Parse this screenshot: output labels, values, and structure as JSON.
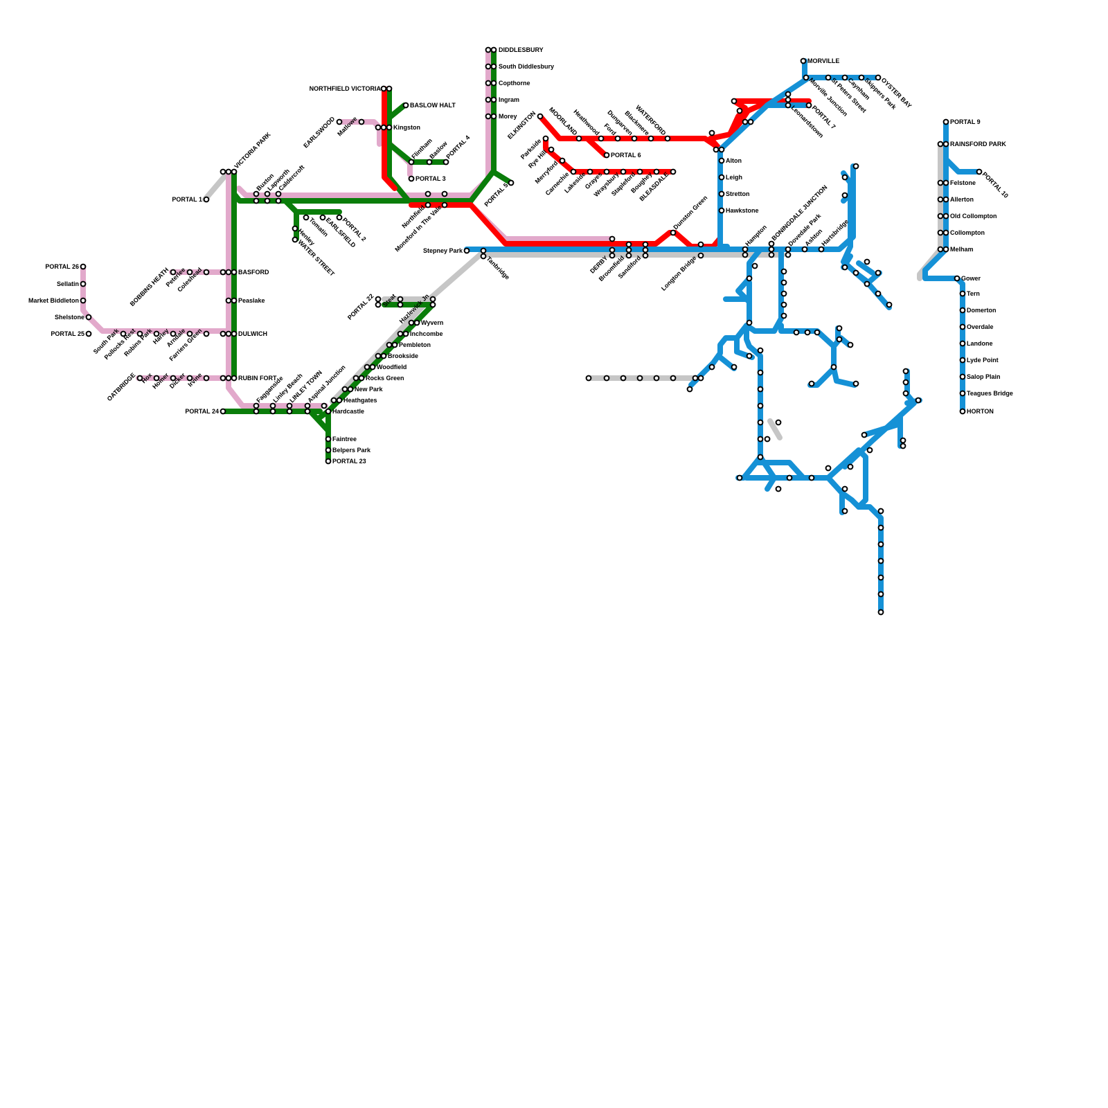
{
  "map": {
    "line_colors": {
      "red": "#ff0000",
      "green": "#0a7d0a",
      "pink": "#e2a9cb",
      "blue": "#1591d6",
      "grey": "#c6c6c6"
    },
    "stations": [
      {
        "id": "portal26",
        "name": "PORTAL 26"
      },
      {
        "id": "sellatin",
        "name": "Sellatin"
      },
      {
        "id": "market_biddleton",
        "name": "Market Biddleton"
      },
      {
        "id": "shelstone",
        "name": "Shelstone"
      },
      {
        "id": "portal25",
        "name": "PORTAL 25"
      },
      {
        "id": "south_park",
        "name": "South Park"
      },
      {
        "id": "pollocks_rest",
        "name": "Pollocks Rest"
      },
      {
        "id": "robins_park",
        "name": "Robins Park"
      },
      {
        "id": "harley",
        "name": "Harley"
      },
      {
        "id": "arndale",
        "name": "Arndale"
      },
      {
        "id": "farriers_green",
        "name": "Farriers Green"
      },
      {
        "id": "dulwich",
        "name": "DULWICH"
      },
      {
        "id": "bobbins_heath",
        "name": "BOBBINS HEATH"
      },
      {
        "id": "peterlee",
        "name": "Peterlee"
      },
      {
        "id": "coleshead",
        "name": "Coleshead"
      },
      {
        "id": "basford",
        "name": "BASFORD"
      },
      {
        "id": "peaslake",
        "name": "Peaslake"
      },
      {
        "id": "oatbridge",
        "name": "OATBRIDGE"
      },
      {
        "id": "hox",
        "name": "Hox"
      },
      {
        "id": "homer",
        "name": "Homer"
      },
      {
        "id": "dicker",
        "name": "Dicker"
      },
      {
        "id": "irvine",
        "name": "Irvine"
      },
      {
        "id": "rubin_fort",
        "name": "RUBIN FORT"
      },
      {
        "id": "portal24",
        "name": "PORTAL 24"
      },
      {
        "id": "fagganside",
        "name": "Fagganside"
      },
      {
        "id": "linley_beach",
        "name": "Linley Beach"
      },
      {
        "id": "linley_town",
        "name": "LINLEY TOWN"
      },
      {
        "id": "aspinal_junction",
        "name": "Aspinal Junction"
      },
      {
        "id": "hardcastle",
        "name": "Hardcastle"
      },
      {
        "id": "faintree",
        "name": "Faintree"
      },
      {
        "id": "belpers_park",
        "name": "Belpers Park"
      },
      {
        "id": "portal23",
        "name": "PORTAL 23"
      },
      {
        "id": "heathgates",
        "name": "Heathgates"
      },
      {
        "id": "new_park",
        "name": "New Park"
      },
      {
        "id": "rocks_green",
        "name": "Rocks Green"
      },
      {
        "id": "woodfield",
        "name": "Woodfield"
      },
      {
        "id": "brookside",
        "name": "Brookside"
      },
      {
        "id": "pembleton",
        "name": "Pembleton"
      },
      {
        "id": "inchcombe",
        "name": "Inchcombe"
      },
      {
        "id": "wyvern",
        "name": "Wyvern"
      },
      {
        "id": "hazlewick_jn",
        "name": "Hazlewick Jn"
      },
      {
        "id": "steat",
        "name": "Steat"
      },
      {
        "id": "portal22",
        "name": "PORTAL 22"
      },
      {
        "id": "portal1",
        "name": "PORTAL 1"
      },
      {
        "id": "victoria_park",
        "name": "VICTORIA PARK"
      },
      {
        "id": "buxton",
        "name": "Buxton"
      },
      {
        "id": "lapworth",
        "name": "Lapworth"
      },
      {
        "id": "caldercroft",
        "name": "Caldercroft"
      },
      {
        "id": "henley",
        "name": "Henley"
      },
      {
        "id": "water_street",
        "name": "WATER STREET"
      },
      {
        "id": "tomatin",
        "name": "Tomatin"
      },
      {
        "id": "earlsfield",
        "name": "EARLSFIELD"
      },
      {
        "id": "portal2",
        "name": "PORTAL 2"
      },
      {
        "id": "earlswood",
        "name": "EARLSWOOD"
      },
      {
        "id": "matlowe",
        "name": "Matlowe"
      },
      {
        "id": "kingston",
        "name": "Kingston"
      },
      {
        "id": "northfield_victoria",
        "name": "NORTHFIELD VICTORIA"
      },
      {
        "id": "baslow_halt",
        "name": "BASLOW HALT"
      },
      {
        "id": "flintham",
        "name": "Flintham"
      },
      {
        "id": "baslow",
        "name": "Baslow"
      },
      {
        "id": "portal4",
        "name": "PORTAL 4"
      },
      {
        "id": "portal3",
        "name": "PORTAL 3"
      },
      {
        "id": "northfield",
        "name": "Northfield"
      },
      {
        "id": "moneford_in_the_vale",
        "name": "Moneford In The Vale"
      },
      {
        "id": "portal5",
        "name": "PORTAL 5"
      },
      {
        "id": "diddlesbury",
        "name": "DIDDLESBURY"
      },
      {
        "id": "south_diddlesbury",
        "name": "South Diddlesbury"
      },
      {
        "id": "copthorne",
        "name": "Copthorne"
      },
      {
        "id": "ingram",
        "name": "Ingram"
      },
      {
        "id": "morey",
        "name": "Morey"
      },
      {
        "id": "stepney_park",
        "name": "Stepney Park"
      },
      {
        "id": "tanbridge",
        "name": "Tanbridge"
      },
      {
        "id": "elkington",
        "name": "ELKINGTON"
      },
      {
        "id": "parkside",
        "name": "Parkside"
      },
      {
        "id": "rye_hill",
        "name": "Rye Hill"
      },
      {
        "id": "merryford",
        "name": "Merryford"
      },
      {
        "id": "carnechie",
        "name": "Carnechie"
      },
      {
        "id": "lakeside",
        "name": "Lakeside"
      },
      {
        "id": "grayes",
        "name": "Grayes"
      },
      {
        "id": "wraysbury",
        "name": "Wraysbury"
      },
      {
        "id": "stapleford",
        "name": "Stapleford"
      },
      {
        "id": "boughey",
        "name": "Boughey"
      },
      {
        "id": "bleasdale",
        "name": "BLEASDALE"
      },
      {
        "id": "moorland",
        "name": "MOORLAND"
      },
      {
        "id": "heathwood",
        "name": "Heathwood"
      },
      {
        "id": "portal6",
        "name": "PORTAL 6"
      },
      {
        "id": "ford",
        "name": "Ford"
      },
      {
        "id": "dungarven",
        "name": "Dungarven"
      },
      {
        "id": "blackmere",
        "name": "Blackmere"
      },
      {
        "id": "waterford",
        "name": "WATERFORD"
      },
      {
        "id": "derby",
        "name": "DERBY"
      },
      {
        "id": "broomfield",
        "name": "Broomfield"
      },
      {
        "id": "sandiford",
        "name": "Sandiford"
      },
      {
        "id": "dunston_green",
        "name": "Dunston Green"
      },
      {
        "id": "longton_bridge",
        "name": "Longton Bridge"
      },
      {
        "id": "alton",
        "name": "Alton"
      },
      {
        "id": "leigh",
        "name": "Leigh"
      },
      {
        "id": "stretton",
        "name": "Stretton"
      },
      {
        "id": "hawkstone",
        "name": "Hawkstone"
      },
      {
        "id": "hampton",
        "name": "Hampton"
      },
      {
        "id": "boningdale_junction",
        "name": "BONINGDALE JUNCTION"
      },
      {
        "id": "dovedale_park",
        "name": "Dovedale Park"
      },
      {
        "id": "ashton",
        "name": "Ashton"
      },
      {
        "id": "hartsbridge",
        "name": "Hartsbridge"
      },
      {
        "id": "morville",
        "name": "MORVILLE"
      },
      {
        "id": "morville_junction",
        "name": "Morville Junction"
      },
      {
        "id": "st_peters_street",
        "name": "St Peters Street"
      },
      {
        "id": "caynham",
        "name": "Caynham"
      },
      {
        "id": "skippers_park",
        "name": "Skippers Park"
      },
      {
        "id": "oyster_bay",
        "name": "OYSTER BAY"
      },
      {
        "id": "leonardstown",
        "name": "Leonardstown"
      },
      {
        "id": "portal7",
        "name": "PORTAL 7"
      },
      {
        "id": "portal9",
        "name": "PORTAL 9"
      },
      {
        "id": "rainsford_park",
        "name": "RAINSFORD PARK"
      },
      {
        "id": "portal10",
        "name": "PORTAL 10"
      },
      {
        "id": "felstone",
        "name": "Felstone"
      },
      {
        "id": "allerton",
        "name": "Allerton"
      },
      {
        "id": "old_collompton",
        "name": "Old Collompton"
      },
      {
        "id": "collompton",
        "name": "Collompton"
      },
      {
        "id": "melham",
        "name": "Melham"
      },
      {
        "id": "gower",
        "name": "Gower"
      },
      {
        "id": "tern",
        "name": "Tern"
      },
      {
        "id": "domerton",
        "name": "Domerton"
      },
      {
        "id": "overdale",
        "name": "Overdale"
      },
      {
        "id": "landone",
        "name": "Landone"
      },
      {
        "id": "lyde_point",
        "name": "Lyde Point"
      },
      {
        "id": "salop_plain",
        "name": "Salop Plain"
      },
      {
        "id": "teagues_bridge",
        "name": "Teagues Bridge"
      },
      {
        "id": "horton",
        "name": "HORTON"
      }
    ]
  }
}
